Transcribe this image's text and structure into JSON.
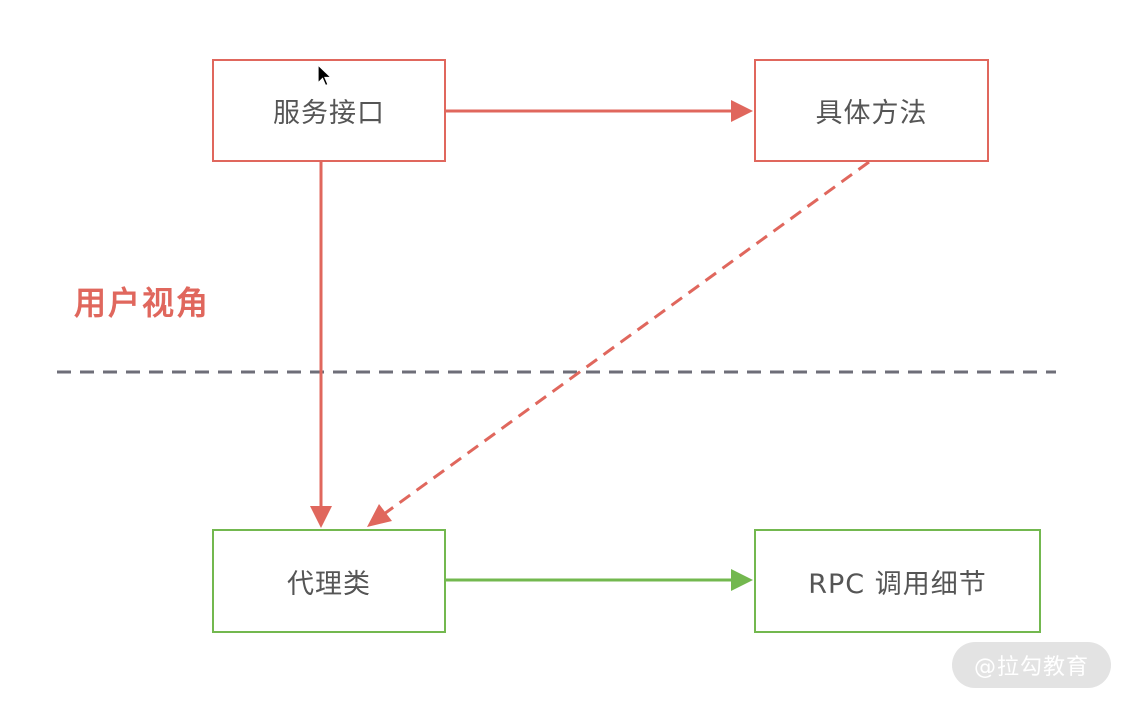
{
  "nodes": {
    "service_interface": "服务接口",
    "concrete_method": "具体方法",
    "proxy_class": "代理类",
    "rpc_details": "RPC 调用细节"
  },
  "labels": {
    "user_perspective": "用户视角"
  },
  "watermark": "@拉勾教育",
  "colors": {
    "user_side": "#e0675d",
    "rpc_side": "#73b84f",
    "divider": "#6e6e78",
    "text": "#555555"
  }
}
